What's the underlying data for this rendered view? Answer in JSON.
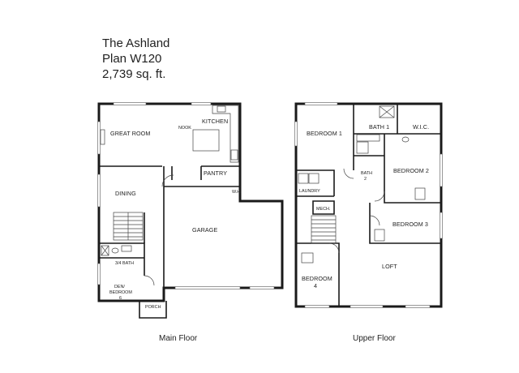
{
  "header": {
    "name": "The Ashland",
    "plan": "Plan W120",
    "area": "2,739 sq. ft."
  },
  "main_floor": {
    "caption": "Main Floor",
    "rooms": {
      "great_room": "GREAT ROOM",
      "nook": "NOOK",
      "kitchen": "KITCHEN",
      "pantry": "PANTRY",
      "wh": "W.H.",
      "dining": "DINING",
      "garage": "GARAGE",
      "bath34": "3/4 BATH",
      "den_line1": "DEN/",
      "den_line2": "BEDROOM",
      "den_line3": "6",
      "porch": "PORCH"
    }
  },
  "upper_floor": {
    "caption": "Upper Floor",
    "rooms": {
      "bedroom1": "BEDROOM 1",
      "bath1": "BATH 1",
      "wic": "W.I.C.",
      "bath2_line1": "BATH",
      "bath2_line2": "2",
      "bedroom2": "BEDROOM 2",
      "laundry": "LAUNDRY",
      "mech": "MECH.",
      "bedroom3": "BEDROOM 3",
      "loft": "LOFT",
      "bedroom4_line1": "BEDROOM",
      "bedroom4_line2": "4"
    }
  }
}
